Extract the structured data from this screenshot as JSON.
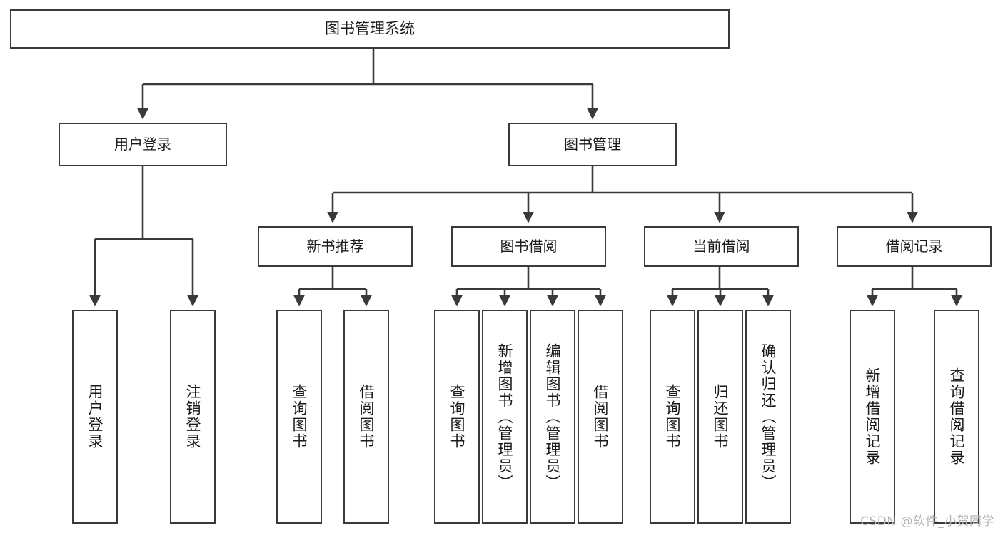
{
  "diagram": {
    "type": "tree-hierarchy",
    "title": "图书管理系统",
    "watermark": "CSDN @软件_小贺同学",
    "colors": {
      "stroke": "#3a3a3a",
      "fill": "#ffffff",
      "text": "#1a1a1a",
      "watermark": "#b6b6b6"
    },
    "nodes": {
      "root": {
        "label": "图书管理系统",
        "level": 0
      },
      "tier1": [
        {
          "id": "user-login",
          "label": "用户登录",
          "level": 1
        },
        {
          "id": "book-manage",
          "label": "图书管理",
          "level": 1
        }
      ],
      "tier2": [
        {
          "id": "new-book-recommend",
          "label": "新书推荐",
          "level": 2,
          "parent": "book-manage"
        },
        {
          "id": "book-borrow",
          "label": "图书借阅",
          "level": 2,
          "parent": "book-manage"
        },
        {
          "id": "current-borrow",
          "label": "当前借阅",
          "level": 2,
          "parent": "book-manage"
        },
        {
          "id": "borrow-record",
          "label": "借阅记录",
          "level": 2,
          "parent": "book-manage"
        }
      ],
      "leaves": [
        {
          "id": "leaf-user-login",
          "label": "用户登录",
          "parent": "user-login"
        },
        {
          "id": "leaf-logout-login",
          "label": "注销登录",
          "parent": "user-login"
        },
        {
          "id": "leaf-query-book-1",
          "label": "查询图书",
          "parent": "new-book-recommend"
        },
        {
          "id": "leaf-borrow-book-1",
          "label": "借阅图书",
          "parent": "new-book-recommend"
        },
        {
          "id": "leaf-query-book-2",
          "label": "查询图书",
          "parent": "book-borrow"
        },
        {
          "id": "leaf-add-book",
          "label": "新增图书（管理员）",
          "parent": "book-borrow"
        },
        {
          "id": "leaf-edit-book",
          "label": "编辑图书（管理员）",
          "parent": "book-borrow"
        },
        {
          "id": "leaf-borrow-book-2",
          "label": "借阅图书",
          "parent": "book-borrow"
        },
        {
          "id": "leaf-query-book-3",
          "label": "查询图书",
          "parent": "current-borrow"
        },
        {
          "id": "leaf-return-book",
          "label": "归还图书",
          "parent": "current-borrow"
        },
        {
          "id": "leaf-confirm-return",
          "label": "确认归还（管理员）",
          "parent": "current-borrow"
        },
        {
          "id": "leaf-add-record",
          "label": "新增借阅记录",
          "parent": "borrow-record"
        },
        {
          "id": "leaf-query-record",
          "label": "查询借阅记录",
          "parent": "borrow-record"
        }
      ]
    }
  }
}
